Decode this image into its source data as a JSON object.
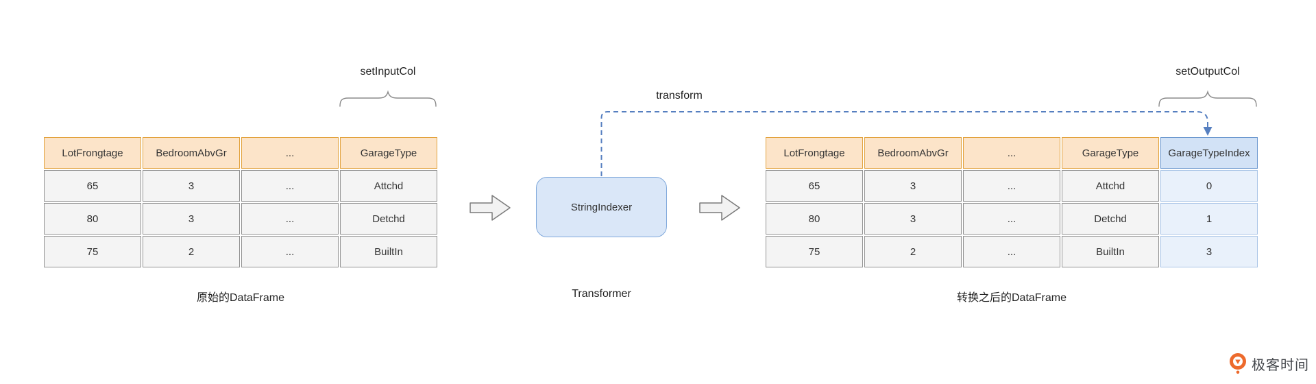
{
  "diagram": {
    "annotations": {
      "set_input_col": "setInputCol",
      "set_output_col": "setOutputCol",
      "transform": "transform"
    },
    "transformer": {
      "label": "StringIndexer",
      "caption": "Transformer"
    },
    "left_table": {
      "caption": "原始的DataFrame",
      "headers": [
        "LotFrongtage",
        "BedroomAbvGr",
        "...",
        "GarageType"
      ],
      "rows": [
        [
          "65",
          "3",
          "...",
          "Attchd"
        ],
        [
          "80",
          "3",
          "...",
          "Detchd"
        ],
        [
          "75",
          "2",
          "...",
          "BuiltIn"
        ]
      ]
    },
    "right_table": {
      "caption": "转换之后的DataFrame",
      "headers": [
        "LotFrongtage",
        "BedroomAbvGr",
        "...",
        "GarageType",
        "GarageTypeIndex"
      ],
      "highlight_column": "GarageTypeIndex",
      "rows": [
        [
          "65",
          "3",
          "...",
          "Attchd",
          "0"
        ],
        [
          "80",
          "3",
          "...",
          "Detchd",
          "1"
        ],
        [
          "75",
          "2",
          "...",
          "BuiltIn",
          "3"
        ]
      ]
    },
    "colors": {
      "text_color": "#333333",
      "header_bg": "#fce4c9",
      "header_border": "#e2a23c",
      "cell_bg": "#f4f4f4",
      "cell_border": "#919191",
      "highlight_header_bg": "#d2e2f6",
      "highlight_header_border": "#6c98cf",
      "highlight_cell_bg": "#e9f1fb",
      "highlight_cell_border": "#a9c4e6",
      "box_bg": "#dae7f8",
      "box_border": "#7fa8db",
      "dash": "#567fc0",
      "arrow_fill": "#f2f2f2",
      "arrow_stroke": "#7a7a7a",
      "brace_color": "#8a8a8a",
      "logo_color": "#ed6a2c"
    }
  },
  "branding": {
    "logo_text": "极客时间"
  }
}
